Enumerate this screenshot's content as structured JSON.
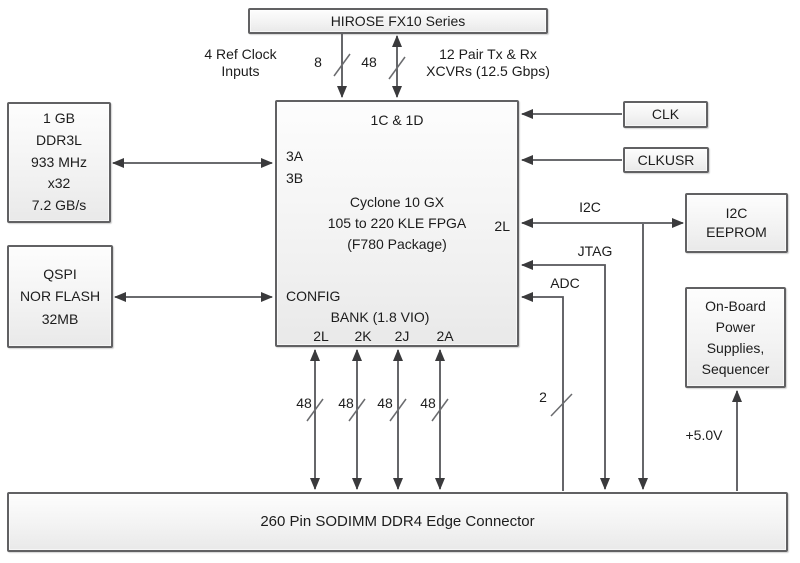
{
  "diagram": {
    "title_hint": "Cyclone 10 GX FPGA board block diagram",
    "colors": {
      "box_border": "#616163",
      "box_fill": "#f1f1f1",
      "wire": "#55565a",
      "arrowhead": "#3a3a3c",
      "text": "#1c1c1c",
      "background": "#ffffff"
    },
    "boxes": {
      "hirose": {
        "label": "HIROSE FX10 Series"
      },
      "ddr3l": {
        "label": "1 GB\nDDR3L\n933 MHz\nx32\n7.2 GB/s"
      },
      "qspi": {
        "label": "QSPI\nNOR FLASH\n32MB"
      },
      "clk": {
        "label": "CLK"
      },
      "clkusr": {
        "label": "CLKUSR"
      },
      "eeprom": {
        "label": "I2C\nEEPROM"
      },
      "power": {
        "label": "On-Board\nPower\nSupplies,\nSequencer"
      },
      "sodimm": {
        "label": "260 Pin SODIMM DDR4 Edge Connector"
      }
    },
    "fpga": {
      "bank_top": "1C & 1D",
      "bank_left": "3A\n3B",
      "bank_right": "2L",
      "title": "Cyclone 10 GX\n105 to 220 KLE FPGA\n(F780 Package)",
      "config": "CONFIG",
      "bank_bottom": "BANK (1.8 VIO)",
      "bottom_banks": [
        "2L",
        "2K",
        "2J",
        "2A"
      ]
    },
    "wire_labels": {
      "ref_clock": "4 Ref Clock\nInputs",
      "xcvr": "12 Pair Tx & Rx\nXCVRs (12.5 Gbps)",
      "bus8": "8",
      "bus48_top": "48",
      "i2c": "I2C",
      "jtag": "JTAG",
      "adc": "ADC",
      "bus2": "2",
      "bus48_bottom": [
        "48",
        "48",
        "48",
        "48"
      ],
      "v5": "+5.0V"
    }
  }
}
